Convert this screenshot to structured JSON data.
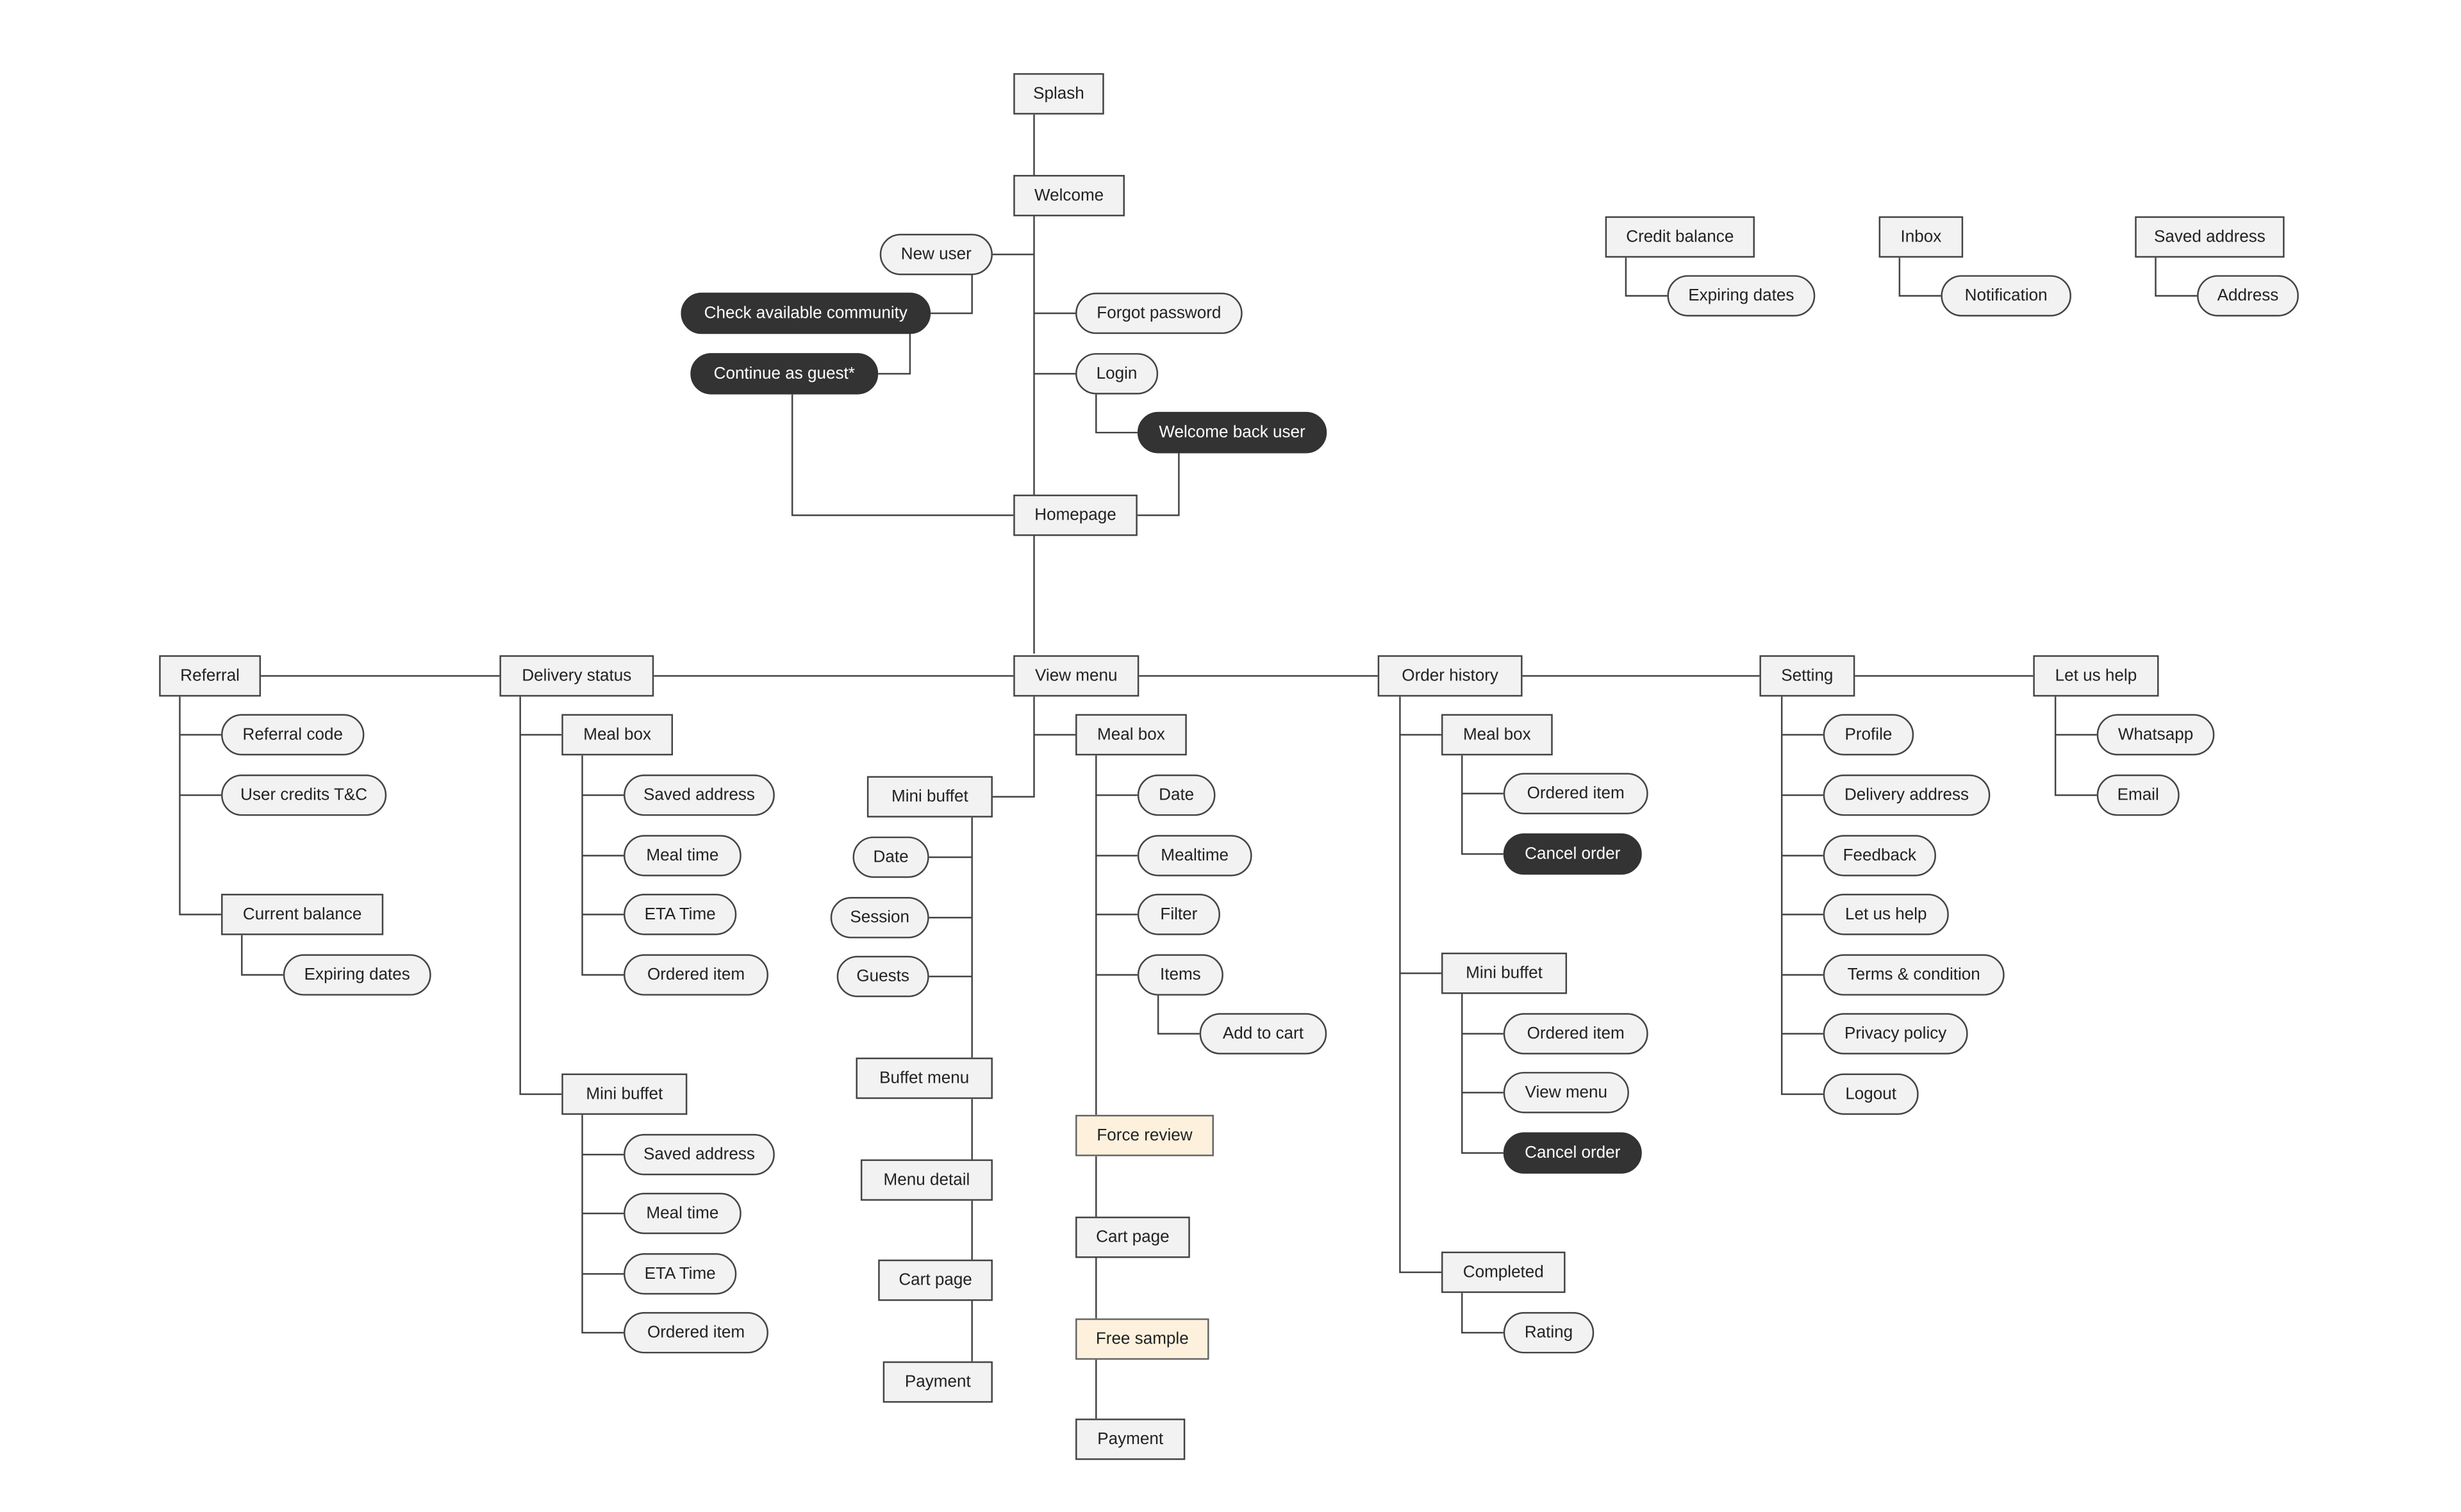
{
  "colors": {
    "box_fill": "#f2f2f2",
    "dark_fill": "#333333",
    "highlight_fill": "#fdf1dd",
    "line": "#444444"
  },
  "nodes": {
    "splash": "Splash",
    "welcome": "Welcome",
    "new_user": "New user",
    "check_community": "Check available community",
    "continue_guest": "Continue as guest*",
    "forgot_password": "Forgot password",
    "login": "Login",
    "welcome_back": "Welcome back user",
    "homepage": "Homepage",
    "credit_balance": "Credit balance",
    "credit_expiring": "Expiring dates",
    "inbox": "Inbox",
    "notification": "Notification",
    "saved_address_top": "Saved address",
    "address": "Address",
    "referral": "Referral",
    "referral_code": "Referral code",
    "user_credits": "User credits T&C",
    "current_balance": "Current balance",
    "balance_expiring": "Expiring dates",
    "delivery_status": "Delivery status",
    "ds_meal_box": "Meal box",
    "ds_mb_saved_address": "Saved address",
    "ds_mb_meal_time": "Meal time",
    "ds_mb_eta": "ETA Time",
    "ds_mb_ordered": "Ordered item",
    "ds_mini_buffet": "Mini buffet",
    "ds_bf_saved_address": "Saved address",
    "ds_bf_meal_time": "Meal time",
    "ds_bf_eta": "ETA Time",
    "ds_bf_ordered": "Ordered item",
    "view_menu": "View menu",
    "vm_mini_buffet": "Mini buffet",
    "vm_bf_date": "Date",
    "vm_bf_session": "Session",
    "vm_bf_guests": "Guests",
    "vm_buffet_menu": "Buffet menu",
    "vm_menu_detail": "Menu detail",
    "vm_bf_cart": "Cart page",
    "vm_bf_payment": "Payment",
    "vm_meal_box": "Meal box",
    "vm_mb_date": "Date",
    "vm_mb_mealtime": "Mealtime",
    "vm_mb_filter": "Filter",
    "vm_mb_items": "Items",
    "vm_mb_add_cart": "Add to cart",
    "vm_force_review": "Force review",
    "vm_mb_cart": "Cart page",
    "vm_free_sample": "Free sample",
    "vm_mb_payment": "Payment",
    "order_history": "Order history",
    "oh_meal_box": "Meal box",
    "oh_mb_ordered": "Ordered item",
    "oh_mb_cancel": "Cancel order",
    "oh_mini_buffet": "Mini buffet",
    "oh_bf_ordered": "Ordered item",
    "oh_bf_view_menu": "View menu",
    "oh_bf_cancel": "Cancel order",
    "oh_completed": "Completed",
    "oh_rating": "Rating",
    "setting": "Setting",
    "st_profile": "Profile",
    "st_delivery_address": "Delivery address",
    "st_feedback": "Feedback",
    "st_let_us_help": "Let us help",
    "st_terms": "Terms & condition",
    "st_privacy": "Privacy policy",
    "st_logout": "Logout",
    "let_us_help": "Let us help",
    "lh_whatsapp": "Whatsapp",
    "lh_email": "Email"
  }
}
